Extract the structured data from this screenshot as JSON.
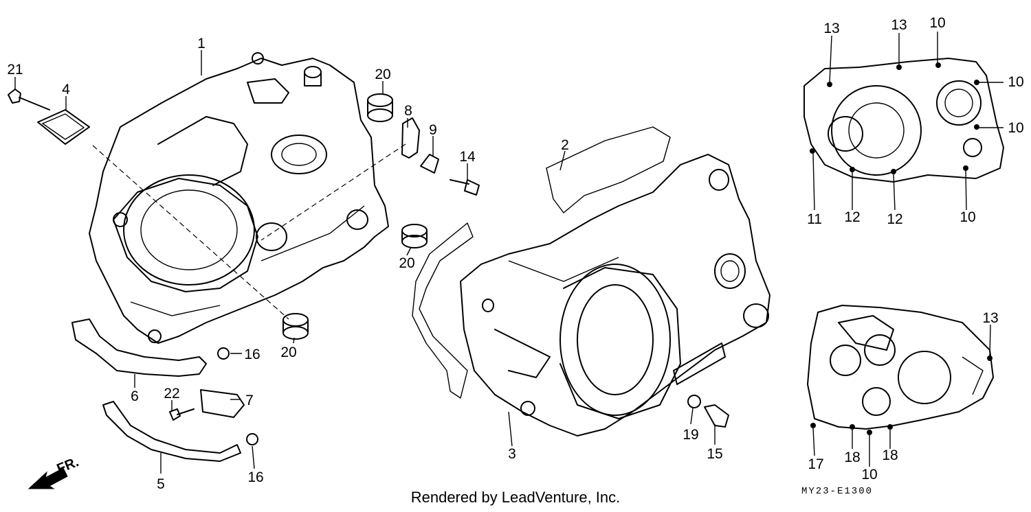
{
  "diagram": {
    "callouts": {
      "c1": "1",
      "c2": "2",
      "c3": "3",
      "c4": "4",
      "c5": "5",
      "c6": "6",
      "c7": "7",
      "c8": "8",
      "c9": "9",
      "c14": "14",
      "c15": "15",
      "c16a": "16",
      "c16b": "16",
      "c19": "19",
      "c20a": "20",
      "c20b": "20",
      "c20c": "20",
      "c21": "21",
      "c22": "22",
      "r13a": "13",
      "r13b": "13",
      "r10a": "10",
      "r10b": "10",
      "r10c": "10",
      "r10d": "10",
      "r11": "11",
      "r12a": "12",
      "r12b": "12",
      "b13": "13",
      "b17": "17",
      "b18a": "18",
      "b18b": "18",
      "b10": "10"
    },
    "direction_label": "FR.",
    "credit": "Rendered by LeadVenture, Inc.",
    "diagram_code": "MY23-E1300"
  }
}
